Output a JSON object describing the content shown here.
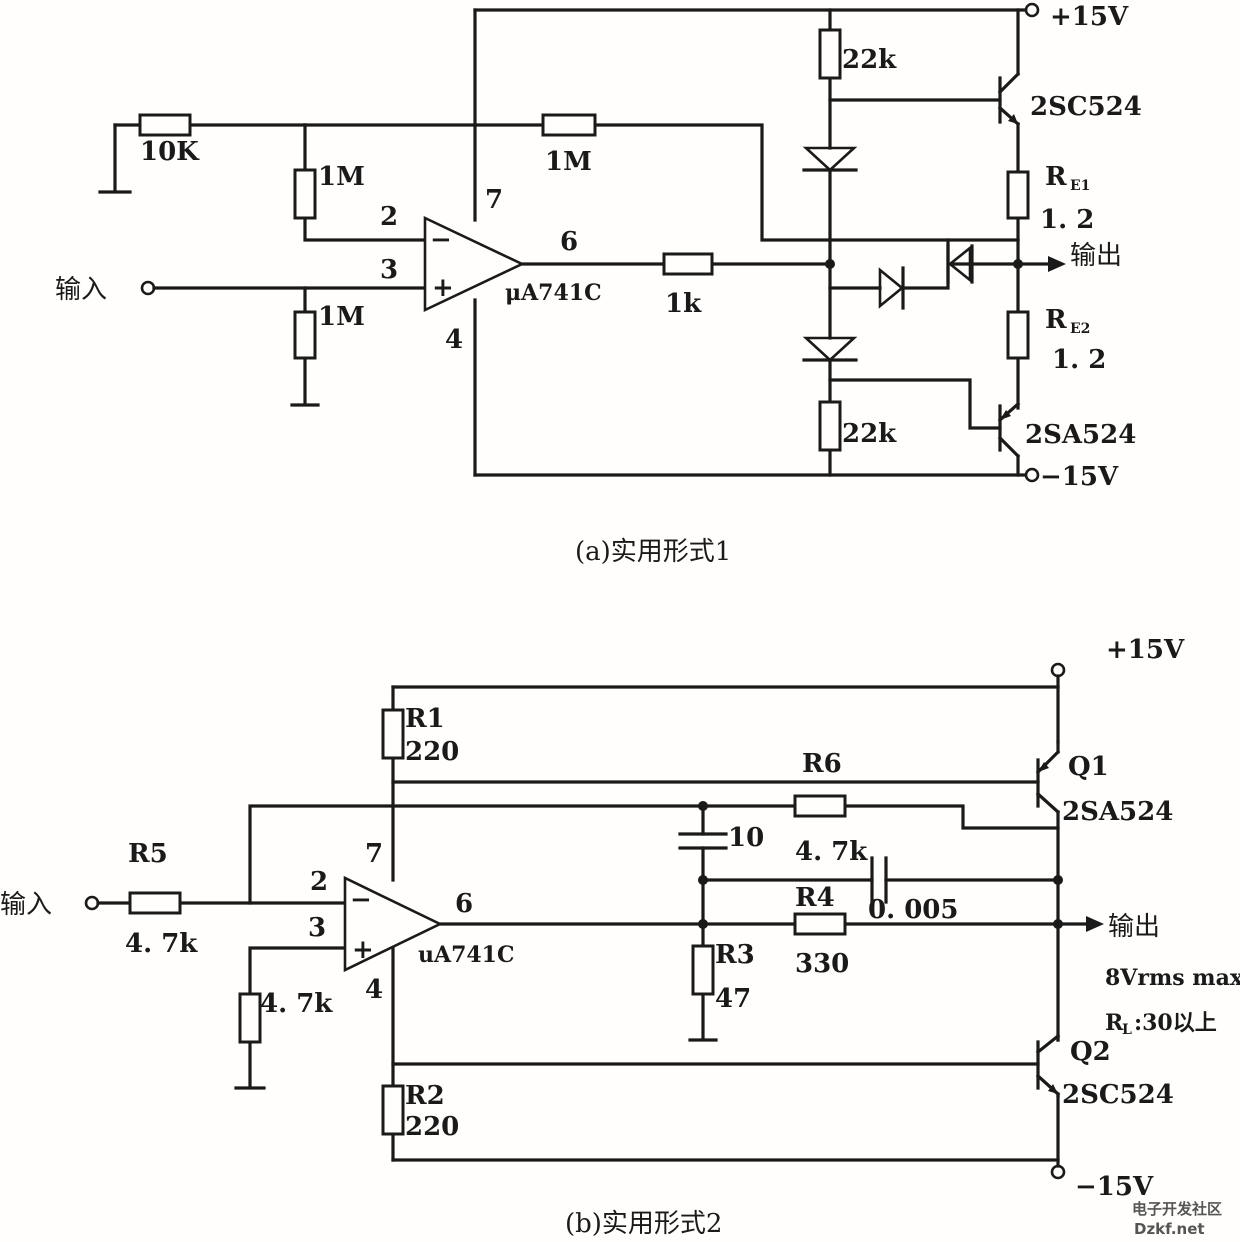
{
  "circuit_a": {
    "caption": "(a)实用形式1",
    "input_label": "输入",
    "output_label": "输出",
    "vcc_pos": "+15V",
    "vcc_neg": "−15V",
    "opamp": "μA741C",
    "pin2": "2",
    "pin3": "3",
    "pin4": "4",
    "pin6": "6",
    "pin7": "7",
    "minus": "−",
    "plus": "+",
    "r_10k": "10K",
    "r_1m_fb": "1M",
    "r_1m_inv": "1M",
    "r_1m_in": "1M",
    "r_1k": "1k",
    "r_22k_top": "22k",
    "r_22k_bot": "22k",
    "q_top": "2SC524",
    "q_bot": "2SA524",
    "re1_name": "R",
    "re1_sub": "E1",
    "re1_val": "1. 2",
    "re2_name": "R",
    "re2_sub": "E2",
    "re2_val": "1. 2"
  },
  "circuit_b": {
    "caption": "(b)实用形式2",
    "input_label": "输入",
    "output_label": "输出",
    "vcc_pos": "+15V",
    "vcc_neg": "−15V",
    "opamp": "uA741C",
    "pin2": "2",
    "pin3": "3",
    "pin4": "4",
    "pin6": "6",
    "pin7": "7",
    "minus": "−",
    "plus": "+",
    "r1_name": "R1",
    "r1_val": "220",
    "r2_name": "R2",
    "r2_val": "220",
    "r3_name": "R3",
    "r3_val": "47",
    "r4_name": "R4",
    "r4_val": "330",
    "r5_name": "R5",
    "r5_val": "4. 7k",
    "r6_name": "R6",
    "r6_val": "4. 7k",
    "r_gnd_val": "4. 7k",
    "c1_val": "10",
    "c2_val": "0. 005",
    "q1_name": "Q1",
    "q1_part": "2SA524",
    "q2_name": "Q2",
    "q2_part": "2SC524",
    "spec1": "8Vrms max",
    "spec2_name": "R",
    "spec2_sub": "L",
    "spec2_val": ":30以上"
  },
  "watermark": {
    "line1": "电子开发社区",
    "line2": "Dzkf.net"
  }
}
